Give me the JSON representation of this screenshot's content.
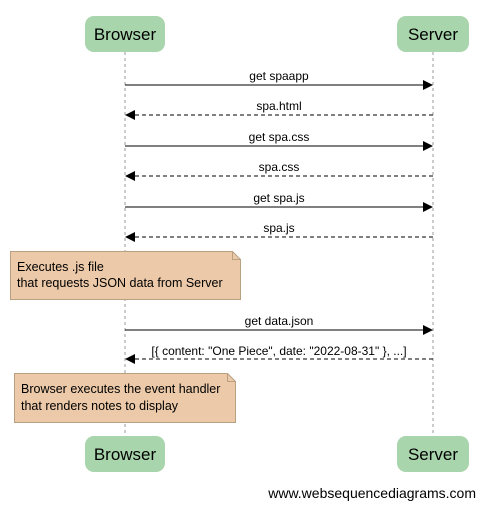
{
  "colors": {
    "actor_fill": "#a8d5ac",
    "note_fill": "#eccaa9",
    "note_stroke": "#b8a080",
    "lifeline": "#9a9a9a",
    "arrow": "#000000",
    "text": "#000000"
  },
  "participants": [
    "Browser",
    "Server"
  ],
  "messages": [
    {
      "from": "Browser",
      "to": "Server",
      "label": "get spaapp",
      "style": "solid"
    },
    {
      "from": "Server",
      "to": "Browser",
      "label": "spa.html",
      "style": "dashed"
    },
    {
      "from": "Browser",
      "to": "Server",
      "label": "get spa.css",
      "style": "solid"
    },
    {
      "from": "Server",
      "to": "Browser",
      "label": "spa.css",
      "style": "dashed"
    },
    {
      "from": "Browser",
      "to": "Server",
      "label": "get spa.js",
      "style": "solid"
    },
    {
      "from": "Server",
      "to": "Browser",
      "label": "spa.js",
      "style": "dashed"
    },
    {
      "from": "Browser",
      "to": "Server",
      "label": "get data.json",
      "style": "solid"
    },
    {
      "from": "Server",
      "to": "Browser",
      "label": "[{ content: \"One Piece\", date: \"2022-08-31\" }, ...]",
      "style": "dashed"
    }
  ],
  "notes": [
    {
      "over": "Browser",
      "lines": [
        "Executes .js file",
        "that requests JSON data from Server"
      ]
    },
    {
      "over": "Browser",
      "lines": [
        "Browser executes the event handler",
        "that renders notes to display"
      ]
    }
  ],
  "watermark": "www.websequencediagrams.com"
}
